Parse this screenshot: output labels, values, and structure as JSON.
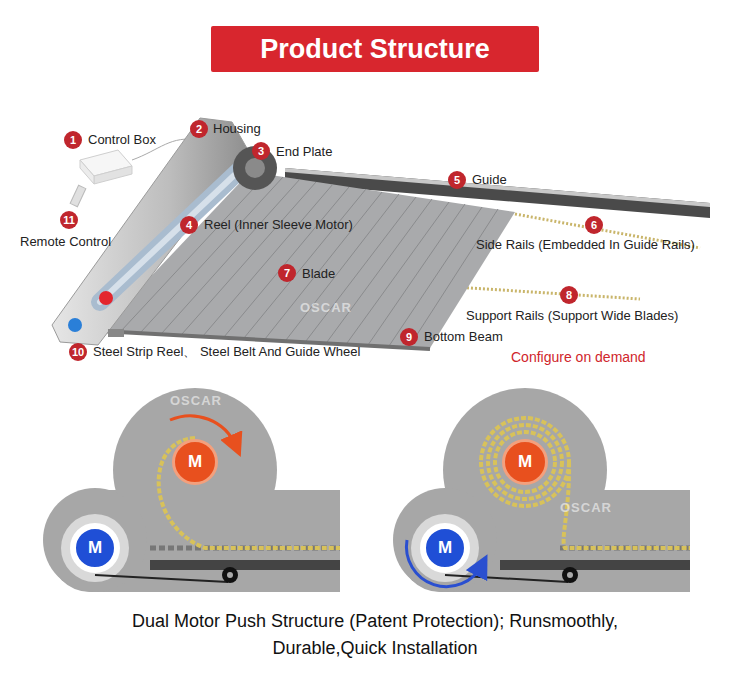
{
  "diagram": {
    "title": "Product Structure",
    "caption": "Dual Motor Push Structure (Patent Protection); Runsmoothly, Durable,Quick Installation",
    "nodes": [
      {
        "text": [
          "M"
        ]
      },
      {
        "text": [
          "M"
        ]
      },
      {
        "text": [
          "M"
        ]
      },
      {
        "text": [
          "M"
        ]
      }
    ],
    "labels": [
      "1",
      "Control Box",
      "2",
      "Housing",
      "3",
      "End Plate",
      "5",
      "Guide",
      "4",
      "Reel (Inner Sleeve Motor)",
      "6",
      "Side Rails (Embedded In Guide Rails)",
      "11",
      "Remote Control",
      "7",
      "Blade",
      "8",
      "Support Rails (Support Wide Blades)",
      "9",
      "Bottom Beam",
      "10",
      "Steel Strip Reel、 Steel Belt And Guide Wheel",
      "Configure on demand",
      "OSCAR",
      "OSCAR",
      "OSCAR"
    ]
  }
}
